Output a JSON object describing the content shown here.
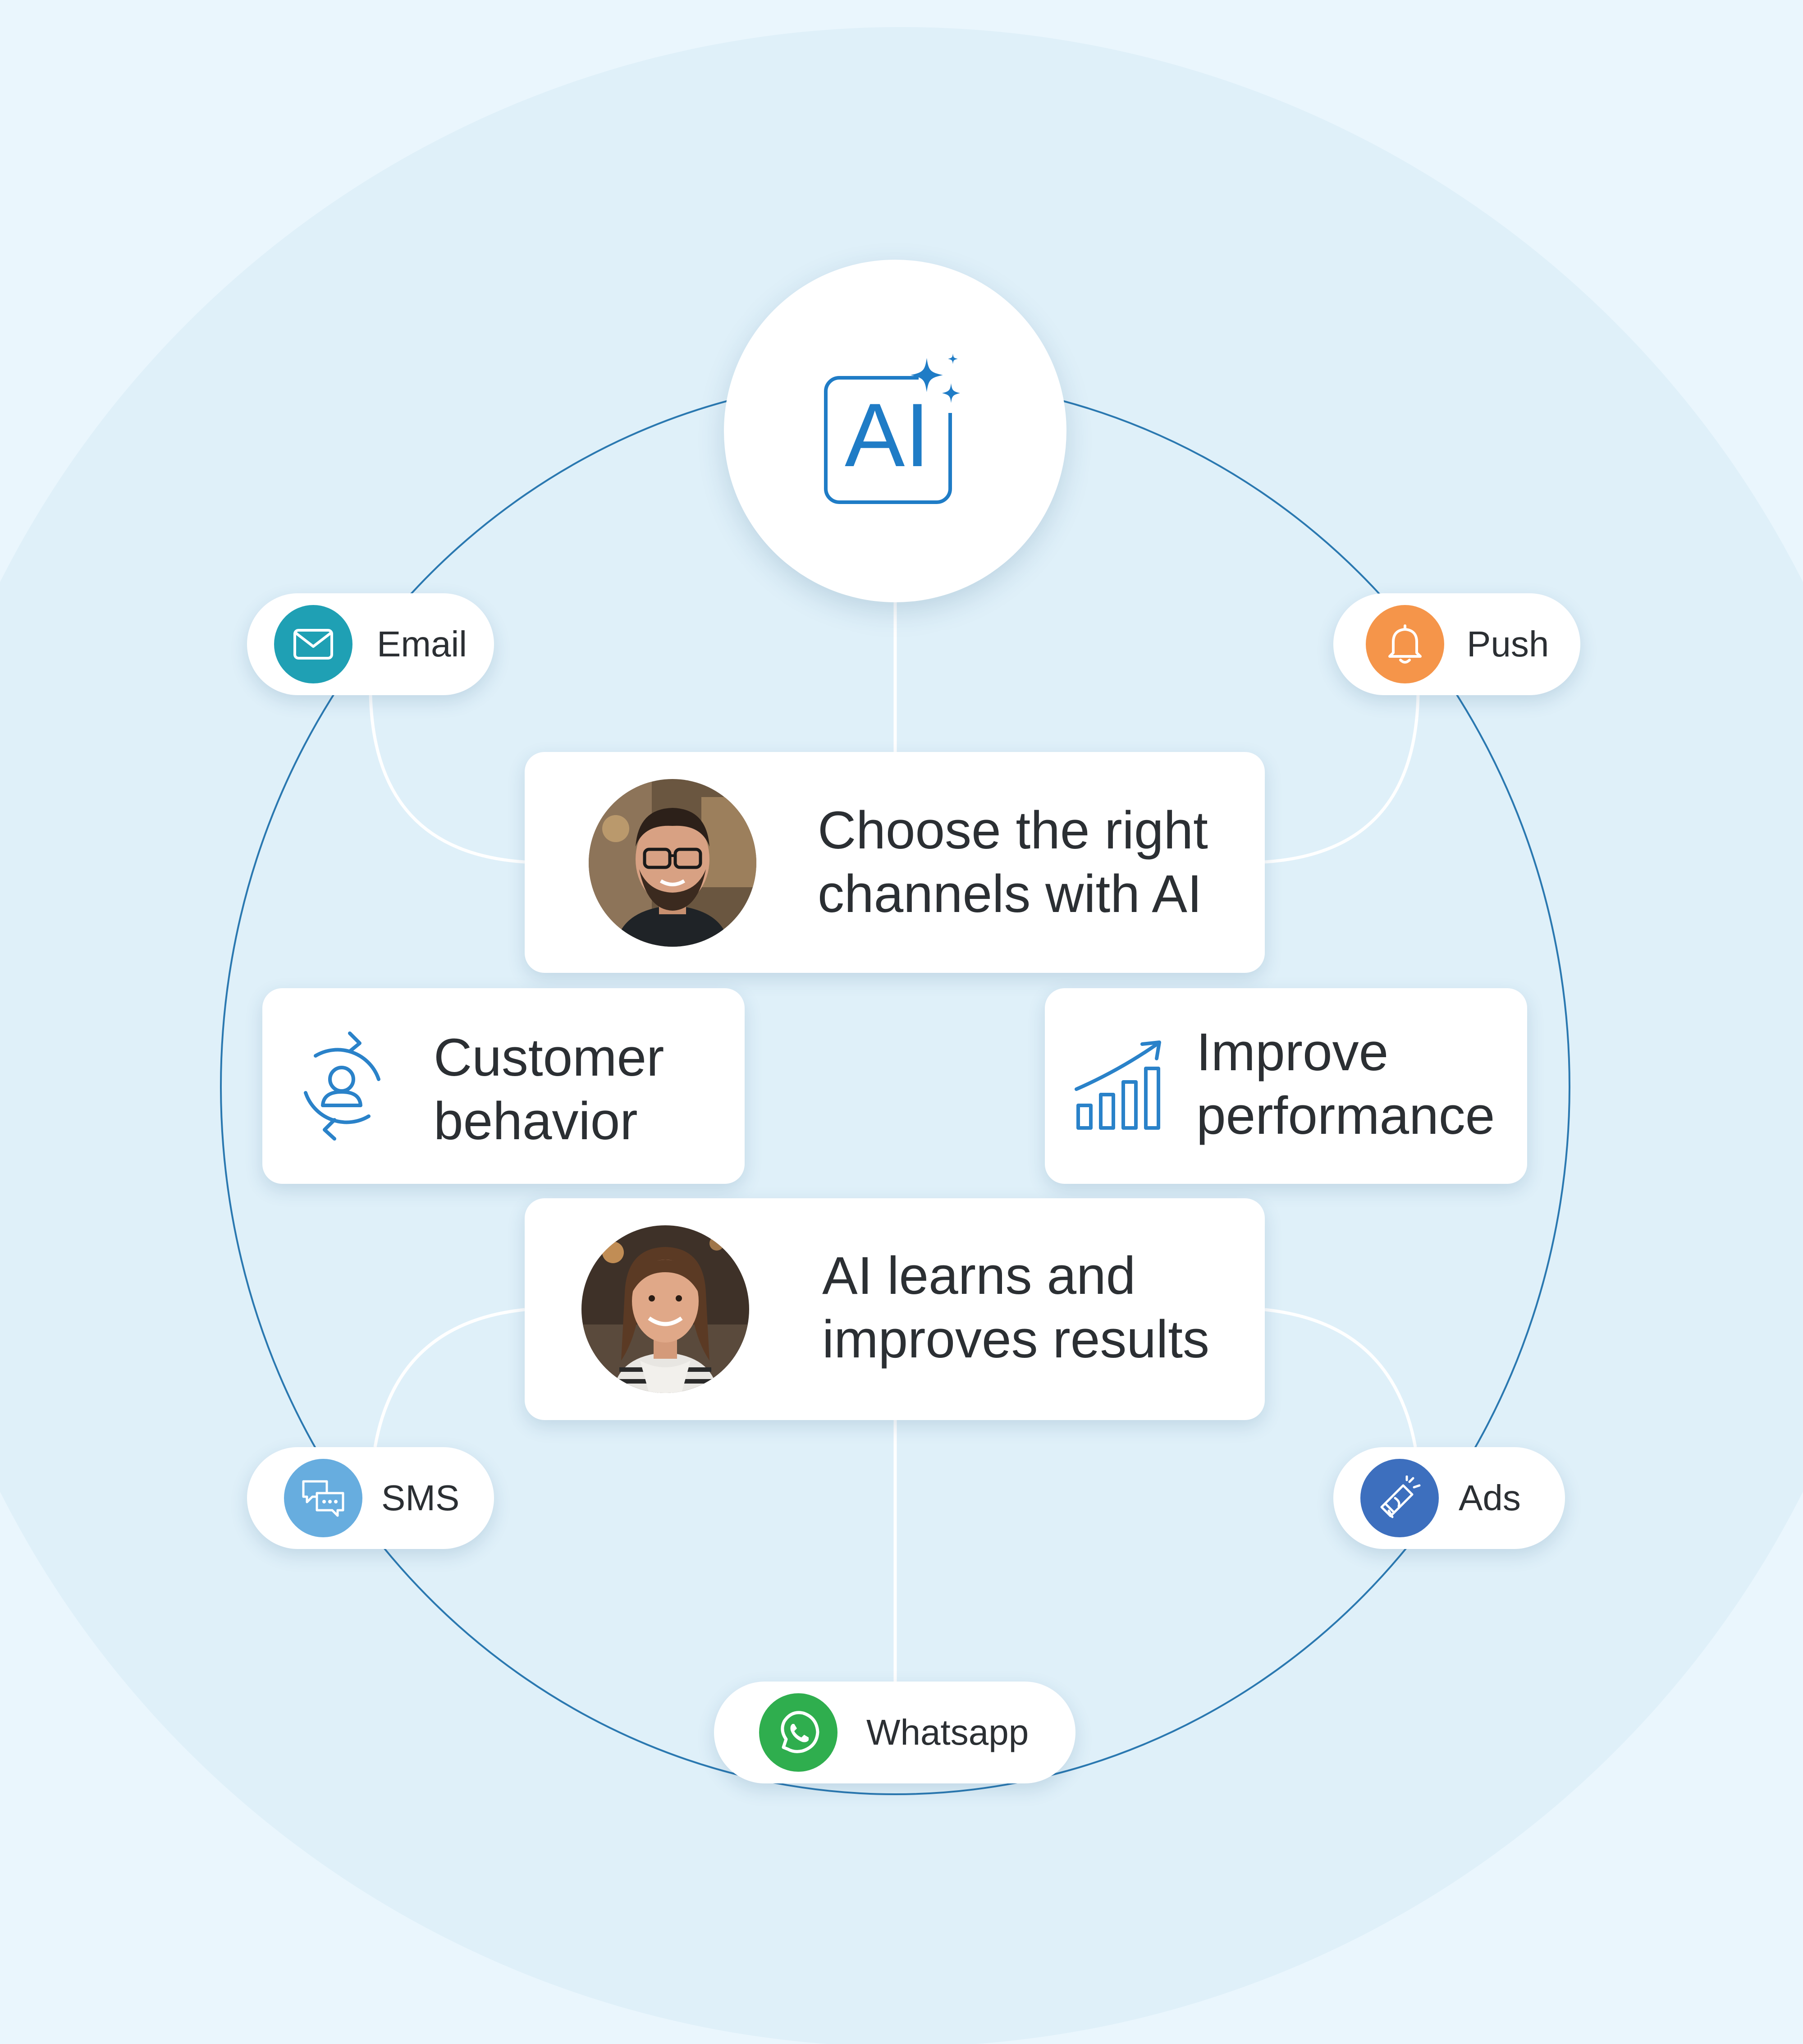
{
  "hub": {
    "logo_text": "AI",
    "logo_color": "#1f7cc6"
  },
  "steps": {
    "choose": {
      "line1": "Choose the right",
      "line2": "channels with AI"
    },
    "behavior": {
      "line1": "Customer",
      "line2": "behavior"
    },
    "improve": {
      "line1": "Improve",
      "line2": "performance"
    },
    "learns": {
      "line1": "AI learns and",
      "line2": "improves results"
    }
  },
  "channels": [
    {
      "label": "Email",
      "icon": "envelope-icon",
      "color": "#1fa0b4"
    },
    {
      "label": "Push",
      "icon": "bell-icon",
      "color": "#f5954a"
    },
    {
      "label": "SMS",
      "icon": "chat-bubbles-icon",
      "color": "#67addf"
    },
    {
      "label": "Ads",
      "icon": "megaphone-icon",
      "color": "#3d6fbe"
    },
    {
      "label": "Whatsapp",
      "icon": "whatsapp-icon",
      "color": "#2fae4e"
    }
  ],
  "colors": {
    "background": "#eaf6fd",
    "outer_circle": "#dff0f9",
    "ring_line": "#2a78b0",
    "connector": "#ffffff",
    "icon_blue": "#2a82c9"
  }
}
